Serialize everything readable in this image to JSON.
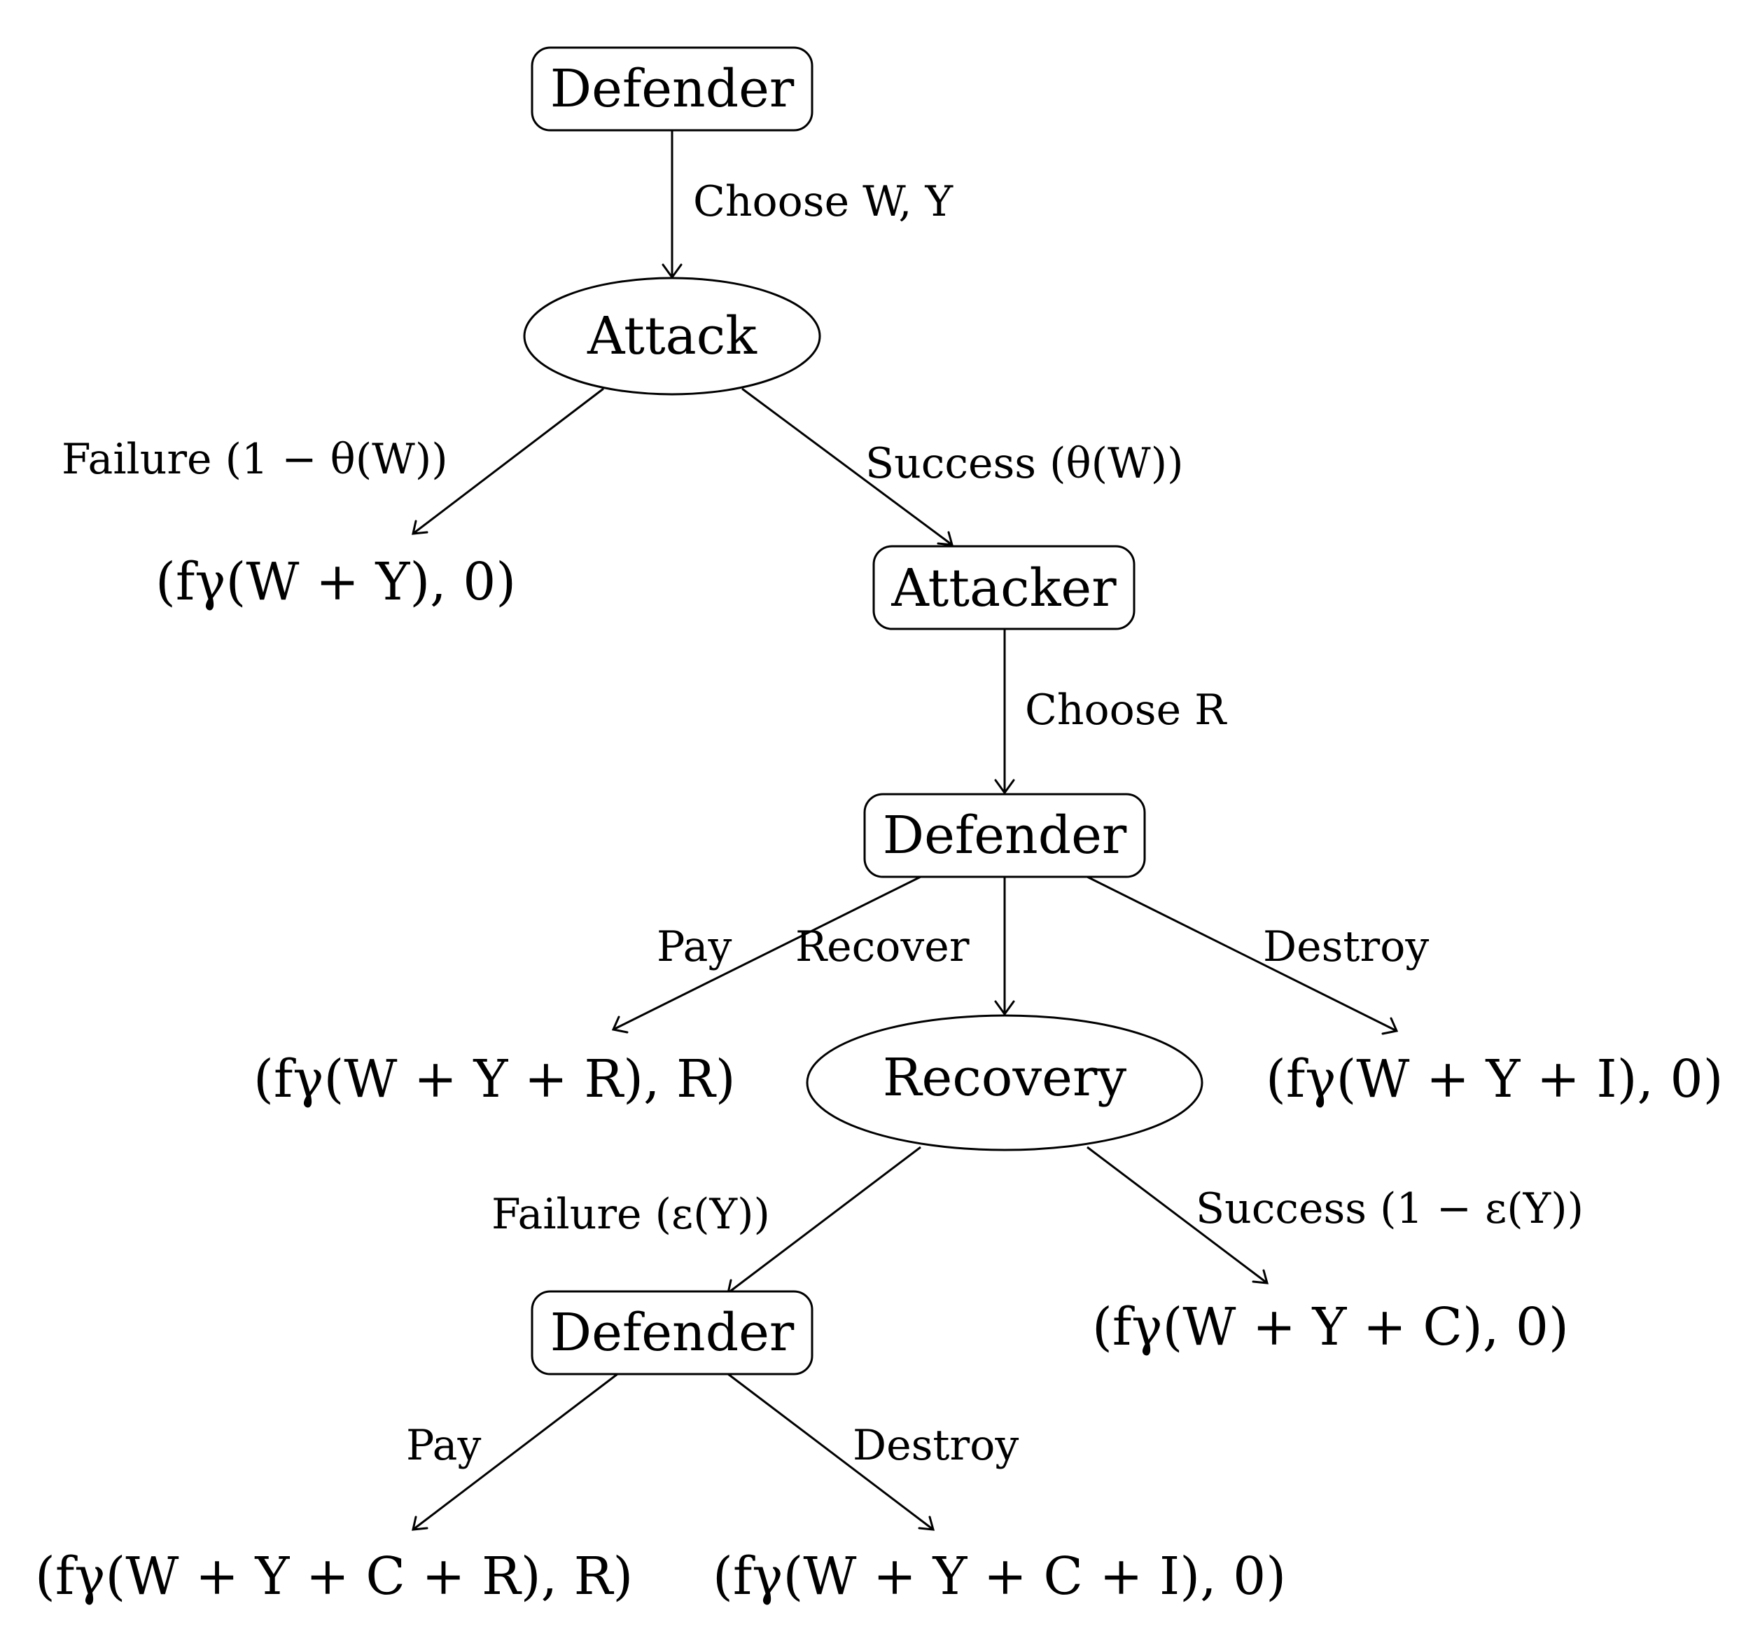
{
  "nodes": {
    "defender_top": {
      "label": "Defender",
      "shape": "rounded-rect"
    },
    "attack": {
      "label": "Attack",
      "shape": "ellipse"
    },
    "attacker": {
      "label": "Attacker",
      "shape": "rounded-rect"
    },
    "defender_mid": {
      "label": "Defender",
      "shape": "rounded-rect"
    },
    "recovery": {
      "label": "Recovery",
      "shape": "ellipse"
    },
    "defender_bottom": {
      "label": "Defender",
      "shape": "rounded-rect"
    }
  },
  "payoffs": {
    "attack_failure": "(fγ(W + Y), 0)",
    "pay": "(fγ(W + Y + R), R)",
    "destroy": "(fγ(W + Y + I), 0)",
    "recovery_success": "(fγ(W + Y + C), 0)",
    "pay_after_recovery_failure": "(fγ(W + Y + C + R), R)",
    "destroy_after_recovery_failure": "(fγ(W + Y + C + I), 0)"
  },
  "edge_labels": {
    "choose_wy": "Choose W, Y",
    "attack_failure": "Failure (1 − θ(W))",
    "attack_success": "Success (θ(W))",
    "choose_r": "Choose R",
    "pay": "Pay",
    "recover": "Recover",
    "destroy": "Destroy",
    "recovery_failure": "Failure (ε(Y))",
    "recovery_success": "Success (1 − ε(Y))",
    "pay_bottom": "Pay",
    "destroy_bottom": "Destroy"
  }
}
